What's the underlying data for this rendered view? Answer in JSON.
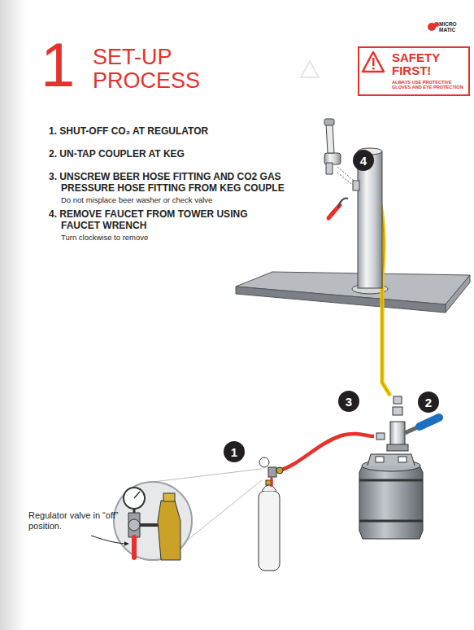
{
  "diagram": {
    "title": "SET-UP PROCESS",
    "nodes": [
      {
        "text": [
          "SAFETY FIRST!",
          "ALWAYS USE PROTECTIVE GLOVES AND EYE PROTECTION"
        ]
      },
      {
        "text": [
          "4"
        ]
      },
      {
        "text": [
          "3"
        ]
      },
      {
        "text": [
          "2"
        ]
      },
      {
        "text": [
          "1"
        ]
      }
    ],
    "labels": [
      "MICRO MATIC",
      "1",
      "1. SHUT-OFF CO₂ AT REGULATOR",
      "2. UN-TAP COUPLER AT KEG",
      "3. UNSCREW BEER HOSE FITTING AND CO2 GAS PRESSURE HOSE FITTING FROM KEG COUPLE",
      "Do not misplace beer washer or check valve",
      "4. REMOVE FAUCET FROM TOWER USING FAUCET WRENCH",
      "Turn clockwise to remove",
      "Regulator valve in “off” position."
    ]
  }
}
